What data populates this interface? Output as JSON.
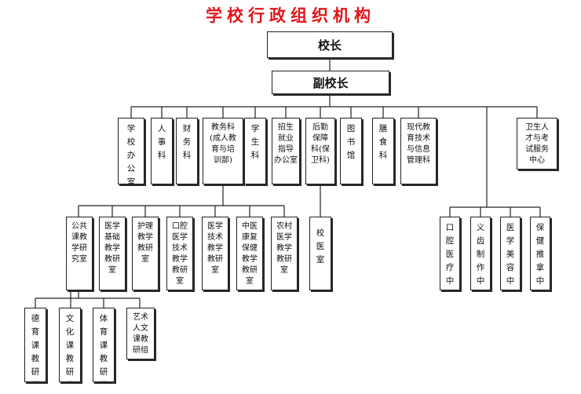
{
  "title": "学校行政组织机构",
  "top": {
    "principal": "校长",
    "vice_principal": "副校长"
  },
  "departments": [
    "学校办公室",
    "人事科",
    "财务科",
    "教务科\n(成人教\n育与培\n训部)",
    "学生科",
    "招生\n就业\n指导\n办公室",
    "后勤\n保障\n科(保\n卫科)",
    "图书馆",
    "膳食科",
    "现代教育技术与信息管理科",
    "卫生人\n才与考\n试服务\n中心"
  ],
  "teaching_offices": [
    "公共\n课教\n学研\n究室",
    "医学\n基础\n教学\n教研\n室",
    "护理\n教学\n教研\n室",
    "口腔\n医学\n技术\n教学\n教研\n室",
    "医学\n技术\n教学\n教研\n室",
    "中医\n康复\n保健\n教学\n教研\n室",
    "农村\n医学\n教学\n教研\n室"
  ],
  "school_clinic": "校医室",
  "service_centers": [
    "口腔医疗中心",
    "义齿制作中心",
    "医学美容中心",
    "保健推拿中心"
  ],
  "research_groups": [
    "德育课教研组",
    "文化课教研组",
    "体育课教研组",
    "艺术\n人文\n课教\n研组"
  ]
}
